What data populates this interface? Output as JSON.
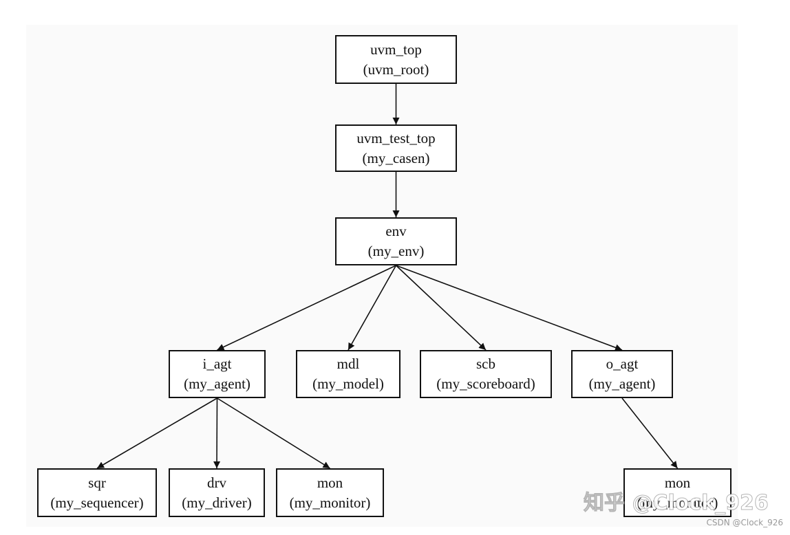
{
  "nodes": {
    "uvm_top": {
      "name": "uvm_top",
      "type": "(uvm_root)"
    },
    "uvm_test_top": {
      "name": "uvm_test_top",
      "type": "(my_casen)"
    },
    "env": {
      "name": "env",
      "type": "(my_env)"
    },
    "i_agt": {
      "name": "i_agt",
      "type": "(my_agent)"
    },
    "mdl": {
      "name": "mdl",
      "type": "(my_model)"
    },
    "scb": {
      "name": "scb",
      "type": "(my_scoreboard)"
    },
    "o_agt": {
      "name": "o_agt",
      "type": "(my_agent)"
    },
    "sqr": {
      "name": "sqr",
      "type": "(my_sequencer)"
    },
    "drv": {
      "name": "drv",
      "type": "(my_driver)"
    },
    "mon_i": {
      "name": "mon",
      "type": "(my_monitor)"
    },
    "mon_o": {
      "name": "mon",
      "type": "(my_monitor)"
    }
  },
  "edges": [
    [
      "uvm_top",
      "uvm_test_top"
    ],
    [
      "uvm_test_top",
      "env"
    ],
    [
      "env",
      "i_agt"
    ],
    [
      "env",
      "mdl"
    ],
    [
      "env",
      "scb"
    ],
    [
      "env",
      "o_agt"
    ],
    [
      "i_agt",
      "sqr"
    ],
    [
      "i_agt",
      "drv"
    ],
    [
      "i_agt",
      "mon_i"
    ],
    [
      "o_agt",
      "mon_o"
    ]
  ],
  "watermark": {
    "main": "知乎 @Clock_926",
    "sub": "CSDN @Clock_926"
  }
}
